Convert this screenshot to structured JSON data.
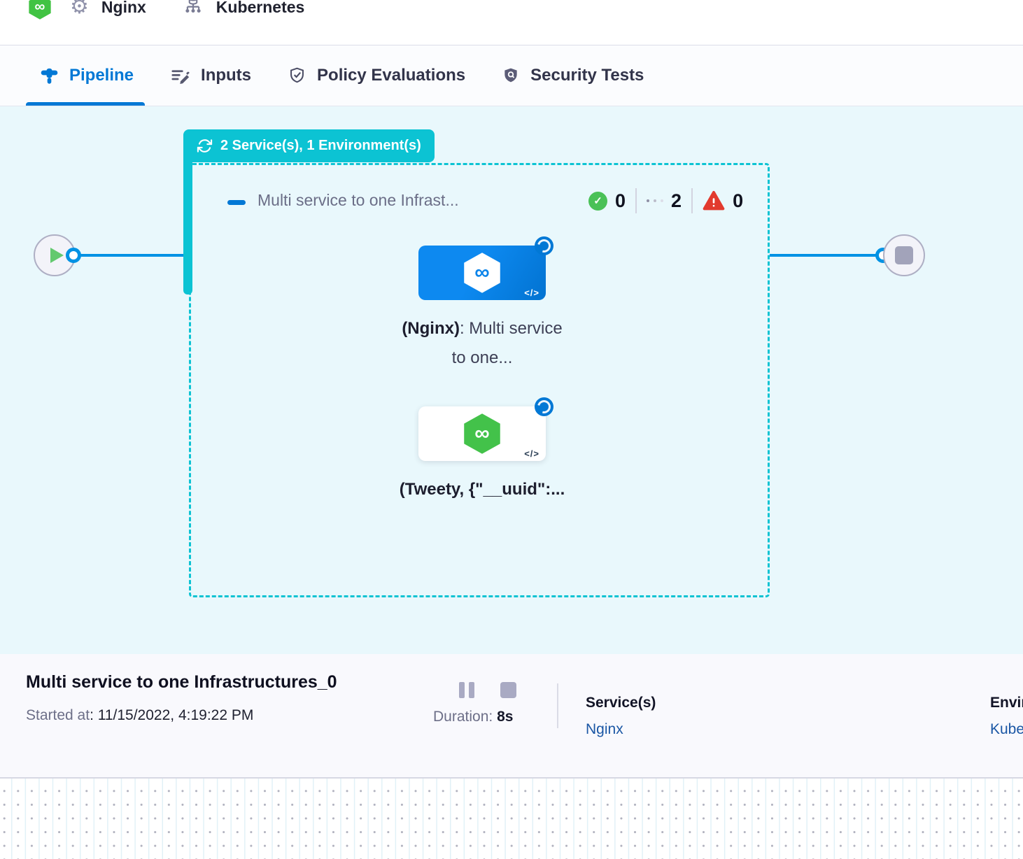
{
  "icons": {
    "infinity": "∞",
    "gear": "⚙",
    "check": "✓",
    "code": "</>"
  },
  "header": {
    "service_label": "Nginx",
    "environment_label": "Kubernetes"
  },
  "tabs": {
    "items": [
      {
        "label": "Pipeline",
        "active": true
      },
      {
        "label": "Inputs",
        "active": false
      },
      {
        "label": "Policy Evaluations",
        "active": false
      },
      {
        "label": "Security Tests",
        "active": false
      }
    ]
  },
  "canvas": {
    "stage_badge": "2 Service(s), 1 Environment(s)",
    "stage_title": "Multi service to one Infrast...",
    "counts": {
      "success": "0",
      "running": "2",
      "failed": "0"
    },
    "nodes": [
      {
        "label_bold": "(Nginx)",
        "label_rest": ": Multi service to one..."
      },
      {
        "label_bold": "(Tweety, {\"__uuid\":...",
        "label_rest": ""
      }
    ]
  },
  "footer": {
    "title": "Multi service to one Infrastructures_0",
    "started_label": "Started at",
    "started_value": ": 11/15/2022, 4:19:22 PM",
    "duration_label": "Duration:",
    "duration_value": "8s",
    "services_label": "Service(s)",
    "services_value": "Nginx",
    "environments_label": "Environment(s)",
    "environments_value": "Kubernetes"
  },
  "colors": {
    "accent_teal": "#0cc3d3",
    "primary_blue": "#0278d5",
    "flow_line_blue": "#0092e4",
    "canvas_bg": "#e9f8fc",
    "success_green": "#4ac157",
    "failed_red": "#e23a2e",
    "link_blue": "#1b57a5"
  }
}
